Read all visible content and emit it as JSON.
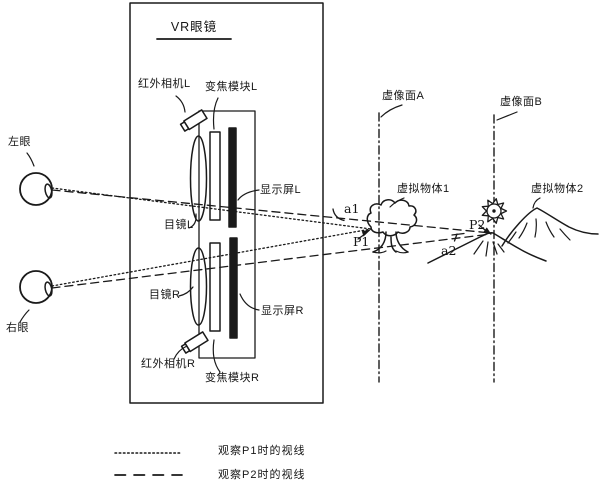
{
  "title": "VR眼镜",
  "labels": {
    "ir_camera_l": "红外相机L",
    "zoom_module_l": "变焦模块L",
    "display_l": "显示屏L",
    "eyepiece_l": "目镜L",
    "eyepiece_r": "目镜R",
    "display_r": "显示屏R",
    "ir_camera_r": "红外相机R",
    "zoom_module_r": "变焦模块R",
    "left_eye": "左眼",
    "right_eye": "右眼",
    "virtual_plane_a": "虚像面A",
    "virtual_plane_b": "虚像面B",
    "virtual_object_1": "虚拟物体1",
    "virtual_object_2": "虚拟物体2",
    "p1": "P1",
    "p2": "P2",
    "angle_a1": "a1",
    "angle_a2": "a2"
  },
  "legend": {
    "items": [
      {
        "line_style": "dotted",
        "label": "观察P1时的视线"
      },
      {
        "line_style": "dashed",
        "label": "观察P2时的视线"
      }
    ]
  },
  "colors": {
    "ink": "#1a1a1a",
    "background": "#ffffff"
  }
}
